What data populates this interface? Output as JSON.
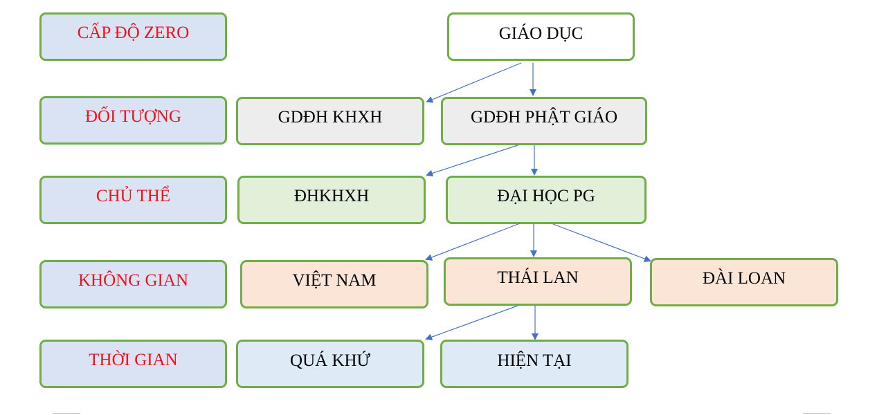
{
  "levels": {
    "zero": "CẤP ĐỘ ZERO",
    "object": "ĐỐI TƯỢNG",
    "subject": "CHỦ THỂ",
    "space": "KHÔNG GIAN",
    "time": "THỜI GIAN"
  },
  "nodes": {
    "education": "GIÁO DỤC",
    "gddh_khxh": "GDĐH KHXH",
    "gddh_pg": "GDĐH PHẬT GIÁO",
    "dhkhxh": "ĐHKHXH",
    "dh_pg": "ĐẠI HỌC PG",
    "vietnam": "VIỆT NAM",
    "thailand": "THÁI LAN",
    "taiwan": "ĐÀI LOAN",
    "past": "QUÁ KHỨ",
    "present": "HIỆN TẠI"
  },
  "colors": {
    "border": "#70ad47",
    "level_fill": "#dae3f3",
    "level_text": "#e8141b",
    "arrow": "#4472c4"
  }
}
